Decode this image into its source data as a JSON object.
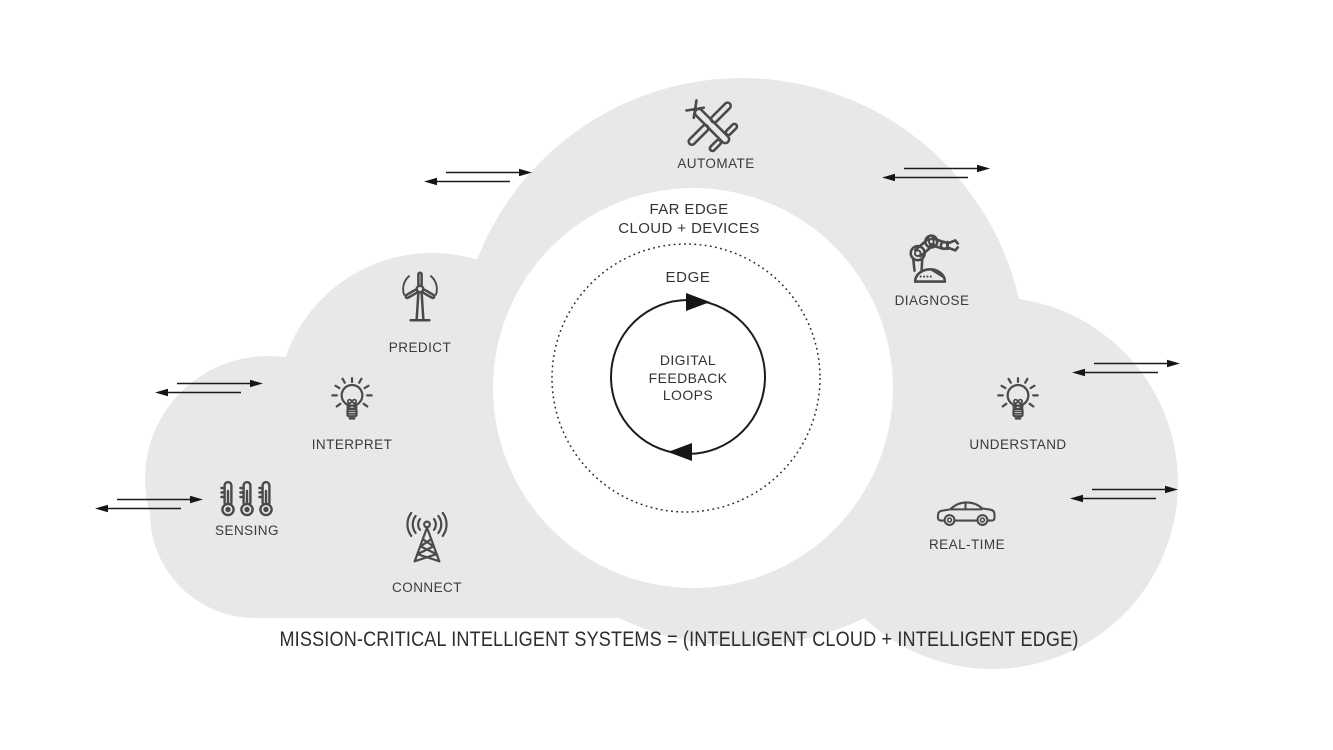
{
  "caption": "MISSION-CRITICAL INTELLIGENT SYSTEMS = (INTELLIGENT CLOUD + INTELLIGENT EDGE)",
  "rings": {
    "far_edge_line1": "FAR EDGE",
    "far_edge_line2": "CLOUD + DEVICES",
    "edge_label": "EDGE",
    "core_line1": "DIGITAL",
    "core_line2": "FEEDBACK",
    "core_line3": "LOOPS"
  },
  "nodes": [
    {
      "label": "AUTOMATE",
      "icon": "airplane-icon"
    },
    {
      "label": "PREDICT",
      "icon": "wind-turbine-icon"
    },
    {
      "label": "INTERPRET",
      "icon": "lightbulb-icon"
    },
    {
      "label": "SENSING",
      "icon": "thermometers-icon"
    },
    {
      "label": "CONNECT",
      "icon": "radio-tower-icon"
    },
    {
      "label": "DIAGNOSE",
      "icon": "robot-arm-icon"
    },
    {
      "label": "UNDERSTAND",
      "icon": "lightbulb-icon"
    },
    {
      "label": "REAL-TIME",
      "icon": "car-icon"
    }
  ],
  "colors": {
    "cloud_fill": "#e8e8e6",
    "ink": "#3a3a3a",
    "line": "#1c1c1c",
    "background": "#ffffff"
  }
}
